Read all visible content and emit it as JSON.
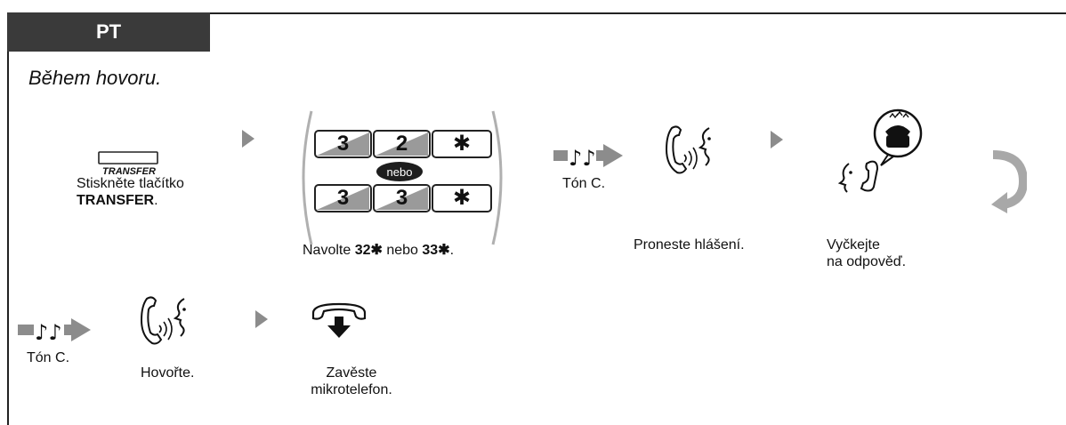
{
  "header": {
    "tab_label": "PT",
    "subtitle": "Během hovoru."
  },
  "steps": {
    "transfer": {
      "button_caption": "TRANSFER",
      "label_line1": "Stiskněte tlačítko",
      "label_line2_bold": "TRANSFER",
      "label_line2_suffix": "."
    },
    "dial": {
      "row1": [
        "3",
        "2",
        "✱"
      ],
      "separator": "nebo",
      "row2": [
        "3",
        "3",
        "✱"
      ],
      "label_prefix": "Navolte ",
      "code1": "32✱",
      "label_mid": " nebo ",
      "code2": "33✱",
      "label_suffix": "."
    },
    "tone1": {
      "label": "Tón C."
    },
    "announce": {
      "label": "Proneste hlášení."
    },
    "wait": {
      "label_line1": "Vyčkejte",
      "label_line2": "na odpověď."
    },
    "tone2": {
      "label": "Tón C."
    },
    "talk": {
      "label": "Hovořte."
    },
    "hangup": {
      "label_line1": "Zavěste",
      "label_line2": "mikrotelefon."
    }
  },
  "colors": {
    "tab_bg": "#3a3a3a",
    "key_shade": "#9a9a9a",
    "arrow": "#8c8c8c",
    "line": "#222222"
  },
  "icons": [
    "transfer-button-icon",
    "step-arrow-icon",
    "keypad-key-icon",
    "tone-icon",
    "handset-talk-icon",
    "listen-wait-icon",
    "continue-arrow-icon",
    "hangup-icon"
  ]
}
